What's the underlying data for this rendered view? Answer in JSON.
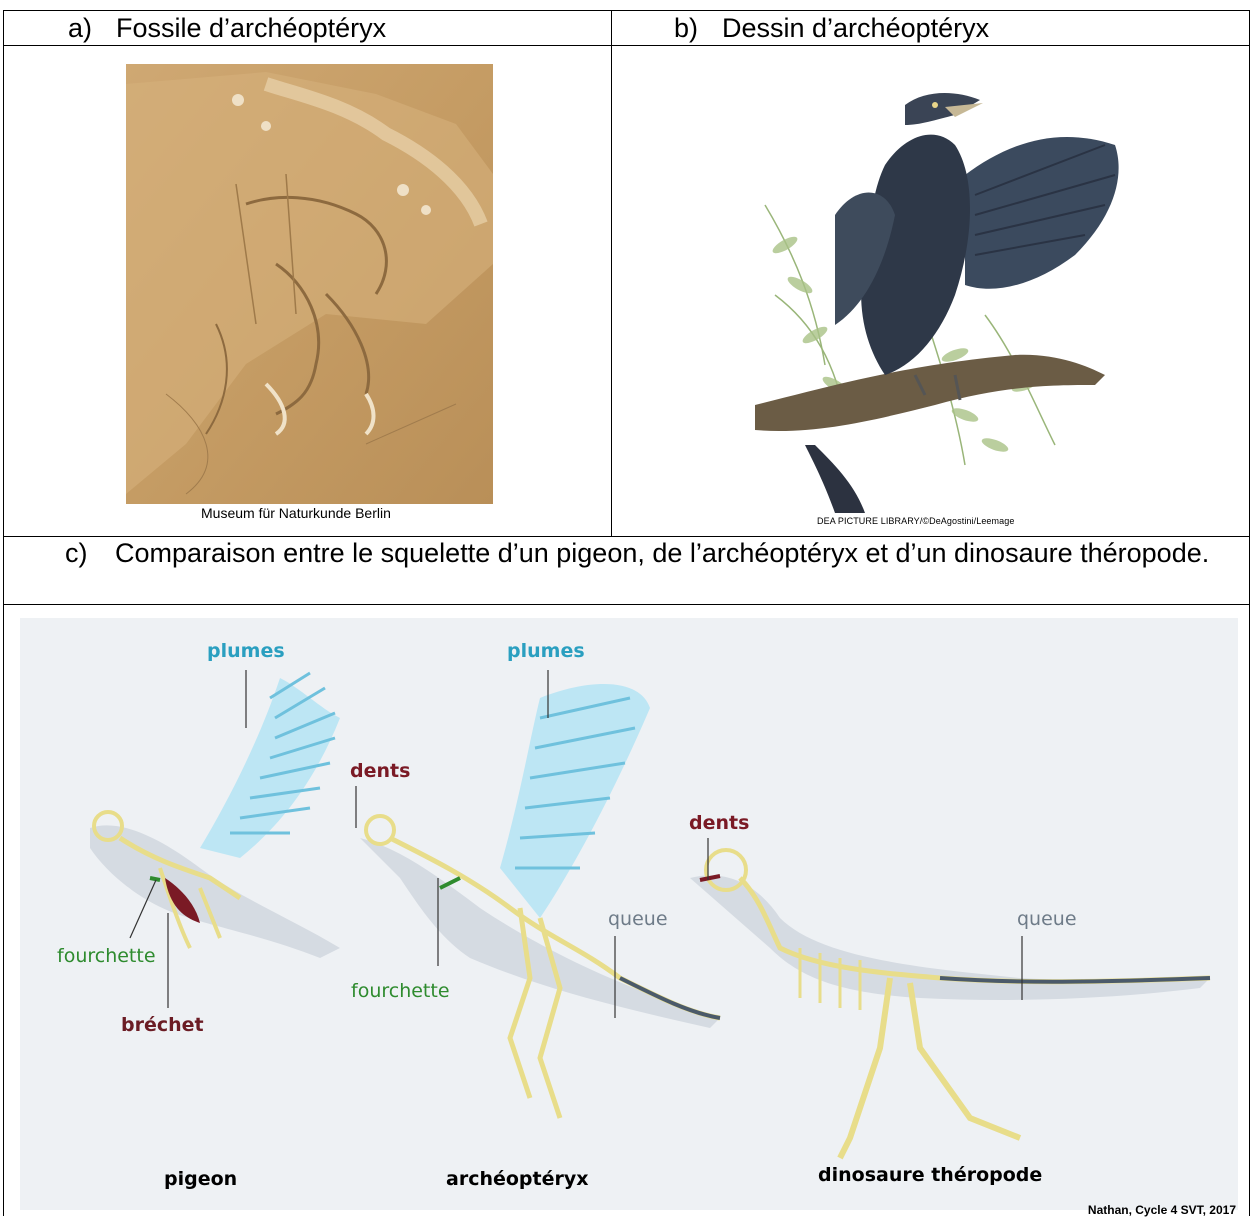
{
  "panels": {
    "a": {
      "letter": "a)",
      "title": "Fossile d’archéoptéryx",
      "credit": "Museum für Naturkunde Berlin"
    },
    "b": {
      "letter": "b)",
      "title": "Dessin d’archéoptéryx",
      "credit": "DEA PICTURE LIBRARY/©DeAgostini/Leemage"
    },
    "c": {
      "letter": "c)",
      "title": "Comparaison entre le squelette d’un pigeon, de l’archéoptéryx et d’un dinosaure théropode."
    }
  },
  "figure": {
    "labels": {
      "plumes_1": "plumes",
      "plumes_2": "plumes",
      "dents_1": "dents",
      "dents_2": "dents",
      "queue_1": "queue",
      "queue_2": "queue",
      "fourchette_1": "fourchette",
      "fourchette_2": "fourchette",
      "brechet": "bréchet"
    },
    "names": {
      "pigeon": "pigeon",
      "archaeopteryx": "archéoptéryx",
      "theropod": "dinosaure théropode"
    },
    "source": "Nathan, Cycle 4 SVT, 2017"
  },
  "colors": {
    "plumes": "#2a9fc0",
    "dents": "#7a1a25",
    "fourchette": "#2e8b2e",
    "brechet": "#6b1c24",
    "queue": "#6e7b88",
    "bone": "#e8dd8a",
    "wing": "#bde6f4",
    "body": "#d5dbe2",
    "figure_bg": "#eef1f4",
    "fossil": "#c9a36b"
  }
}
